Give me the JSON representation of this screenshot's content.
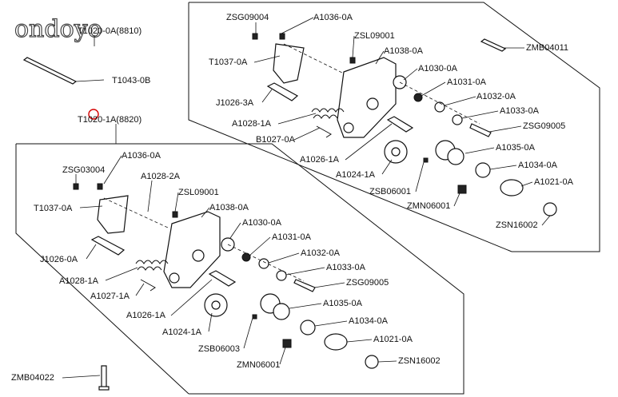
{
  "watermark": "ondoyo",
  "top_assembly": {
    "code": "T1020-0A(8810)",
    "labels": {
      "zsg09004": "ZSG09004",
      "a1036": "A1036-0A",
      "zsl09001": "ZSL09001",
      "zmb04011": "ZMB04011",
      "t1037": "T1037-0A",
      "a1038": "A1038-0A",
      "a1030": "A1030-0A",
      "a1031": "A1031-0A",
      "j1026": "J1026-3A",
      "a1032": "A1032-0A",
      "a1028": "A1028-1A",
      "a1033": "A1033-0A",
      "b1027": "B1027-0A",
      "zsg09005": "ZSG09005",
      "a1026": "A1026-1A",
      "a1035": "A1035-0A",
      "a1024": "A1024-1A",
      "a1034": "A1034-0A",
      "zsb06001": "ZSB06001",
      "a1021": "A1021-0A",
      "zmn06001": "ZMN06001",
      "zsn16002": "ZSN16002"
    }
  },
  "shaft": {
    "code": "T1043-0B"
  },
  "bottom_assembly": {
    "code": "T1020-1A(8820)",
    "labels": {
      "a1036": "A1036-0A",
      "zsg03004": "ZSG03004",
      "a1028_2": "A1028-2A",
      "zsl09001": "ZSL09001",
      "t1037": "T1037-0A",
      "a1038": "A1038-0A",
      "a1030": "A1030-0A",
      "a1031": "A1031-0A",
      "j1026": "J1026-0A",
      "a1032": "A1032-0A",
      "a1028_1": "A1028-1A",
      "a1033": "A1033-0A",
      "zsg09005": "ZSG09005",
      "a1027": "A1027-1A",
      "a1035": "A1035-0A",
      "a1026": "A1026-1A",
      "a1034": "A1034-0A",
      "a1024": "A1024-1A",
      "a1021": "A1021-0A",
      "zsb06003": "ZSB06003",
      "zsn16002": "ZSN16002",
      "zmn06001": "ZMN06001",
      "zmb04022": "ZMB04022"
    }
  },
  "highlight_color": "#d40000"
}
